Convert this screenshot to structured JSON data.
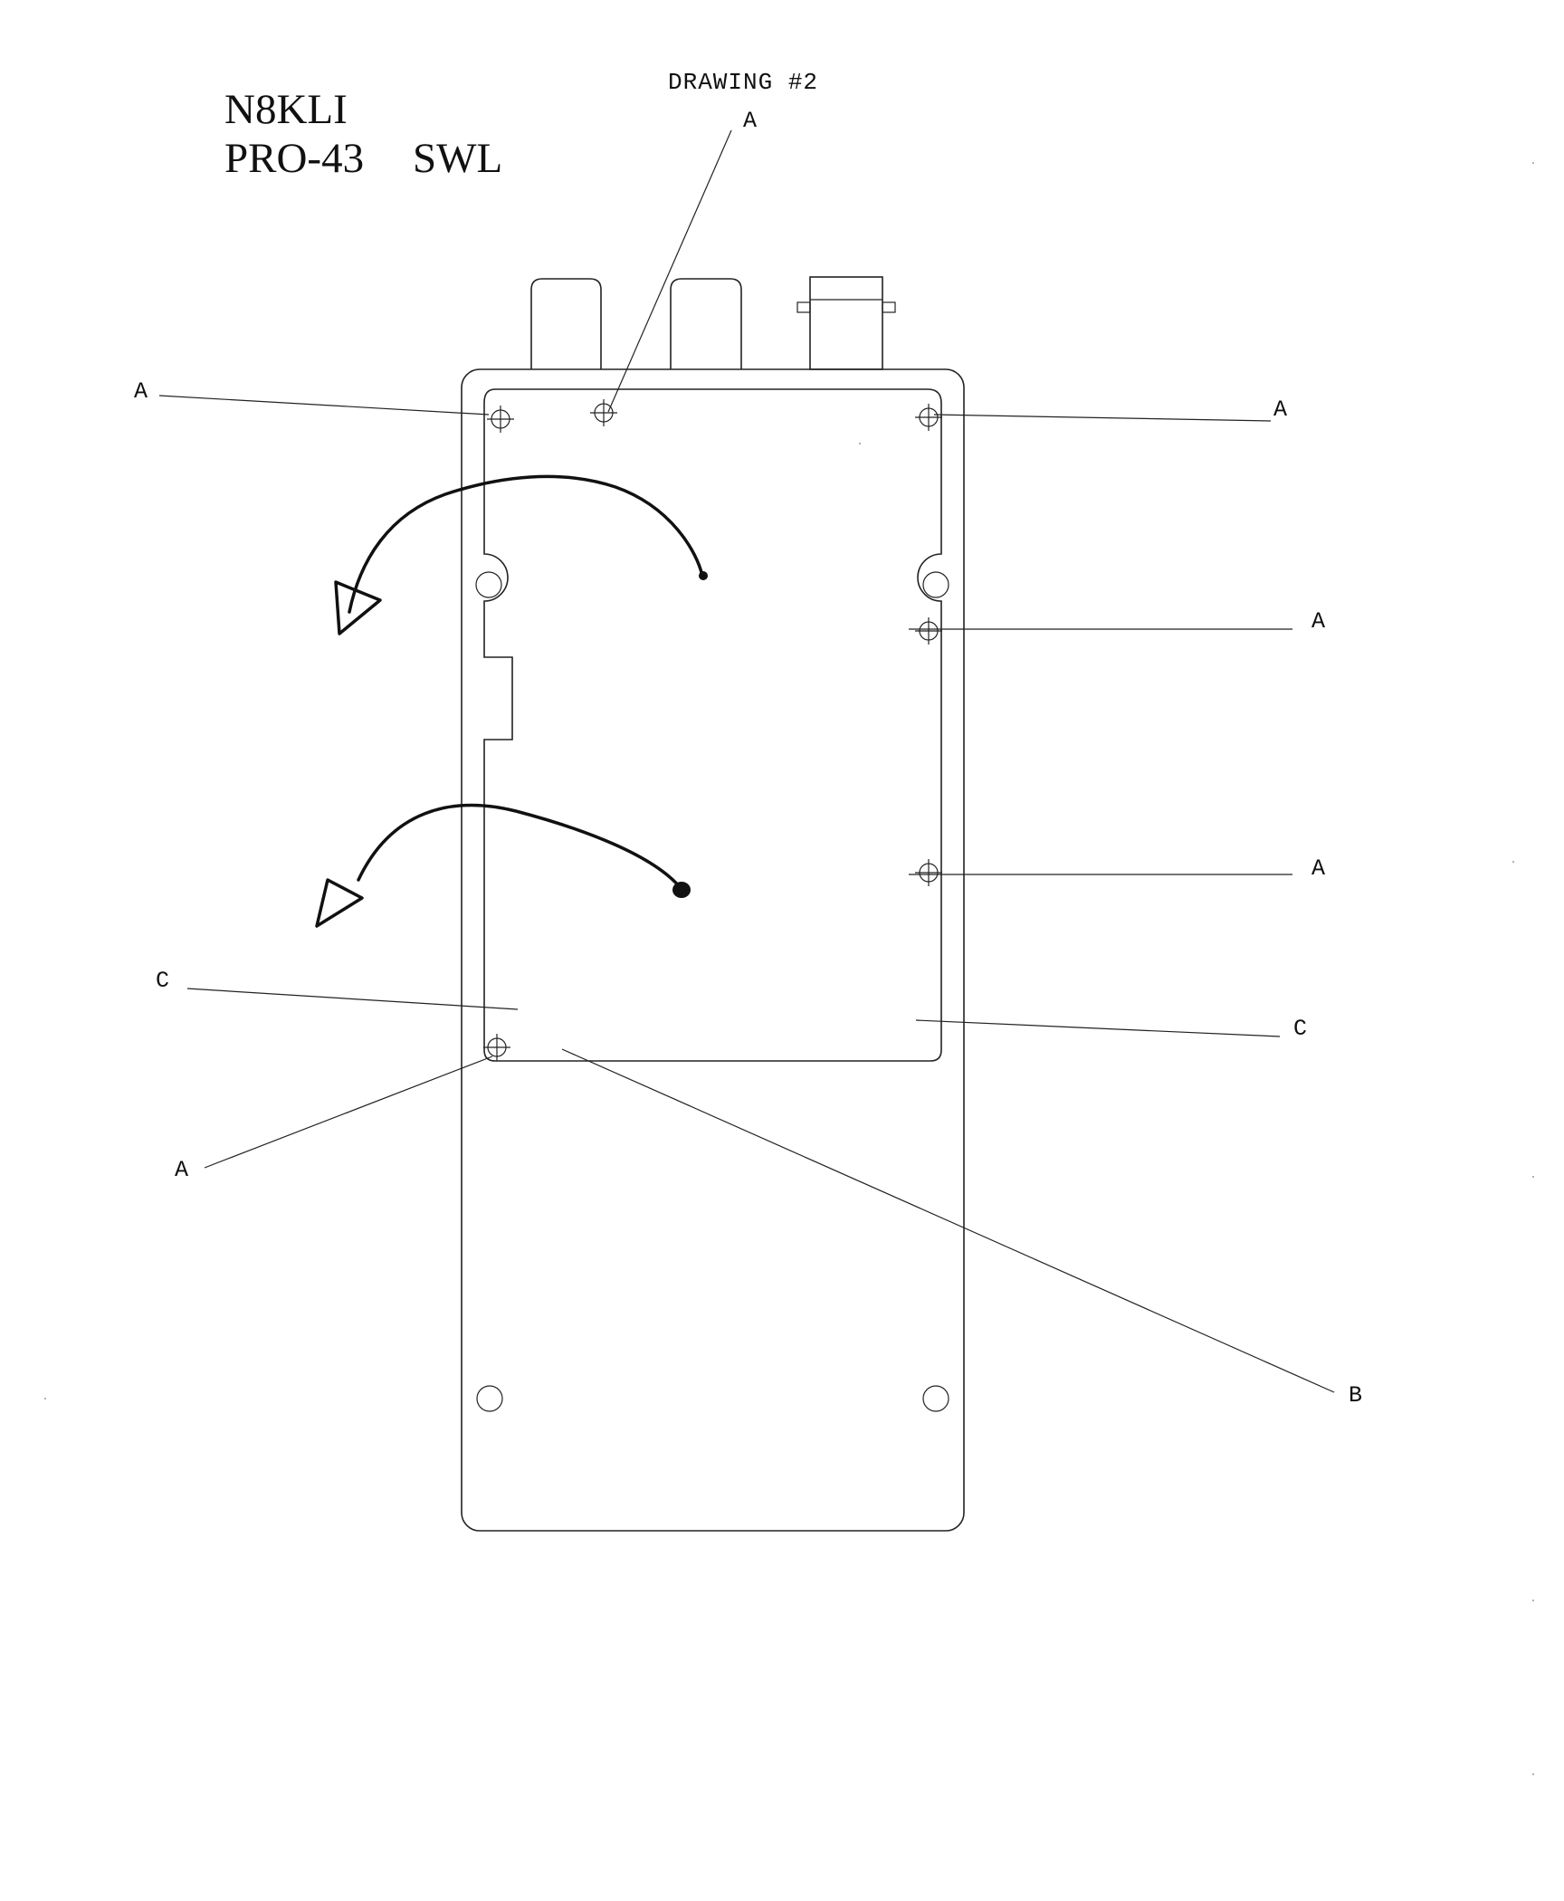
{
  "title": {
    "line1": "N8KLI",
    "line2_model": "PRO-43",
    "line2_type": "SWL"
  },
  "drawing_label": "DRAWING #2",
  "callouts": {
    "a_top": "A",
    "a_left_top": "A",
    "a_right_top": "A",
    "a_right_mid": "A",
    "a_right_low": "A",
    "a_left_bottom": "A",
    "c_left": "C",
    "c_right": "C",
    "b_bottom": "B"
  }
}
